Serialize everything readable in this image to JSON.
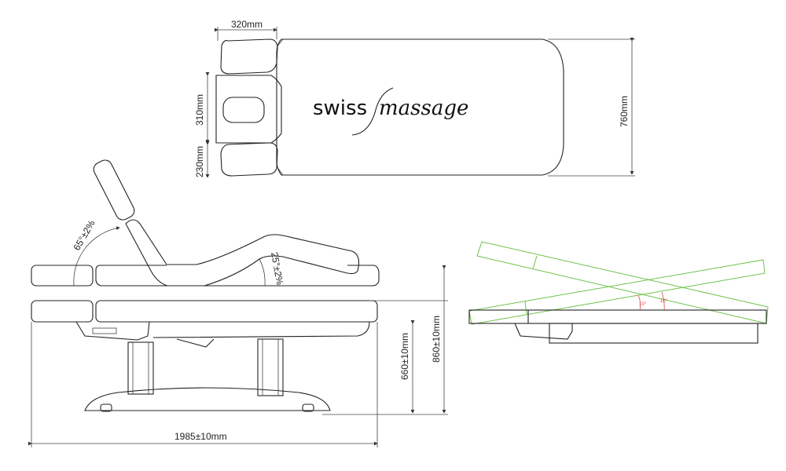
{
  "top_view": {
    "logo": {
      "part1": "swiss",
      "part2": "massage"
    },
    "dim_head_width": "320mm",
    "dim_face_cradle": "310mm",
    "dim_arm_rest": "230mm",
    "dim_table_width": "760mm"
  },
  "side_view": {
    "angle_back": "65°±2%",
    "angle_leg": "25°±2%",
    "dim_min_height": "660±10mm",
    "dim_max_height": "860±10mm",
    "dim_length": "1985±10mm"
  },
  "tilt_view": {
    "angle_left": "10°",
    "angle_right": "10°",
    "colors": {
      "tilt_outline": "#6cc24a",
      "angle_marks": "#e0404a"
    }
  }
}
